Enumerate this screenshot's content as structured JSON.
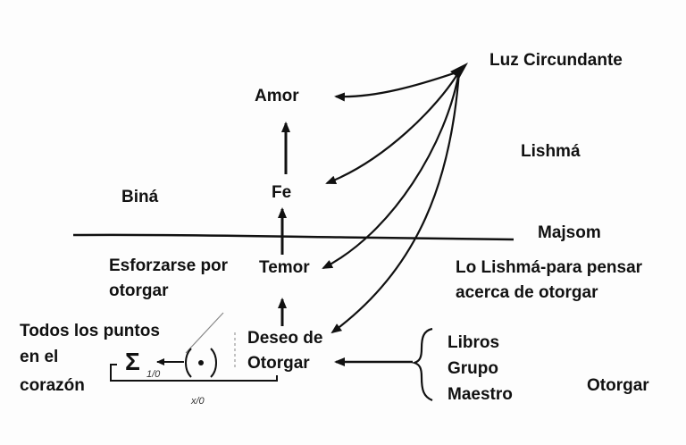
{
  "labels": {
    "luz": "Luz Circundante",
    "amor": "Amor",
    "lishma": "Lishmá",
    "bina": "Biná",
    "fe": "Fe",
    "majsom": "Majsom",
    "esforzarse_1": "Esforzarse por",
    "esforzarse_2": "otorgar",
    "temor": "Temor",
    "lo_lishma_1": "Lo Lishmá-para pensar",
    "lo_lishma_2": "acerca de otorgar",
    "puntos_1": "Todos los puntos",
    "puntos_2": "en el",
    "puntos_3": "corazón",
    "deseo_1": "Deseo de",
    "deseo_2": "Otorgar",
    "libros": "Libros",
    "grupo": "Grupo",
    "maestro": "Maestro",
    "otorgar": "Otorgar"
  },
  "sketch": {
    "sigma": "Σ",
    "sigma_sub": "1/0",
    "under_mark": "x/0"
  },
  "colors": {
    "ink": "#111111",
    "background": "#fdfdfd"
  }
}
